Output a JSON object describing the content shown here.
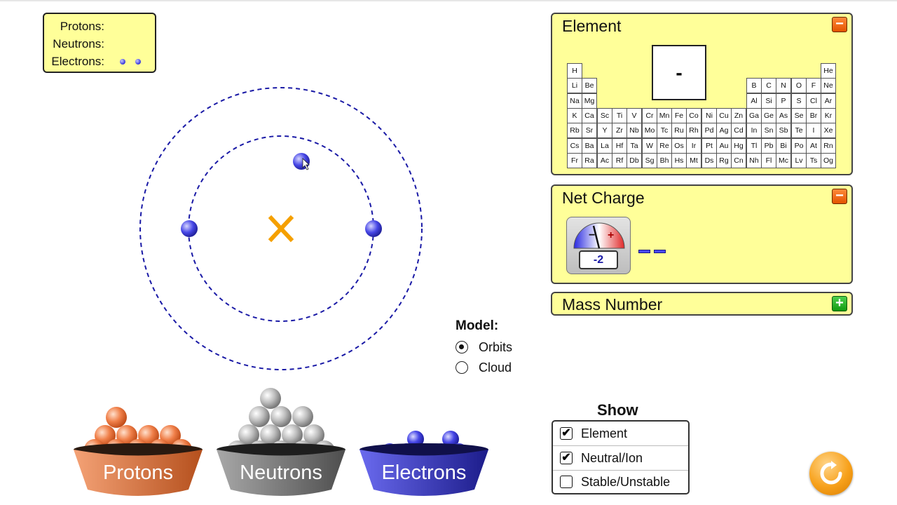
{
  "counts": {
    "protons_label": "Protons:",
    "neutrons_label": "Neutrons:",
    "electrons_label": "Electrons:",
    "electron_dots": 2
  },
  "atom": {
    "nucleus_icon": "x-mark-icon",
    "electrons": 3,
    "orbits": 2
  },
  "element_panel": {
    "title": "Element",
    "symbol": "-",
    "toggle": "−",
    "rows": [
      [
        "H",
        "",
        "",
        "",
        "",
        "",
        "",
        "",
        "",
        "",
        "",
        "",
        "",
        "",
        "",
        "",
        "",
        "He"
      ],
      [
        "Li",
        "Be",
        "",
        "",
        "",
        "",
        "",
        "",
        "",
        "",
        "",
        "",
        "B",
        "C",
        "N",
        "O",
        "F",
        "Ne"
      ],
      [
        "Na",
        "Mg",
        "",
        "",
        "",
        "",
        "",
        "",
        "",
        "",
        "",
        "",
        "Al",
        "Si",
        "P",
        "S",
        "Cl",
        "Ar"
      ],
      [
        "K",
        "Ca",
        "Sc",
        "Ti",
        "V",
        "Cr",
        "Mn",
        "Fe",
        "Co",
        "Ni",
        "Cu",
        "Zn",
        "Ga",
        "Ge",
        "As",
        "Se",
        "Br",
        "Kr"
      ],
      [
        "Rb",
        "Sr",
        "Y",
        "Zr",
        "Nb",
        "Mo",
        "Tc",
        "Ru",
        "Rh",
        "Pd",
        "Ag",
        "Cd",
        "In",
        "Sn",
        "Sb",
        "Te",
        "I",
        "Xe"
      ],
      [
        "Cs",
        "Ba",
        "La",
        "Hf",
        "Ta",
        "W",
        "Re",
        "Os",
        "Ir",
        "Pt",
        "Au",
        "Hg",
        "Tl",
        "Pb",
        "Bi",
        "Po",
        "At",
        "Rn"
      ],
      [
        "Fr",
        "Ra",
        "Ac",
        "Rf",
        "Db",
        "Sg",
        "Bh",
        "Hs",
        "Mt",
        "Ds",
        "Rg",
        "Cn",
        "Nh",
        "Fl",
        "Mc",
        "Lv",
        "Ts",
        "Og"
      ]
    ]
  },
  "net_charge_panel": {
    "title": "Net Charge",
    "toggle": "−",
    "value": "-2",
    "minus_sign": "−",
    "plus_sign": "+",
    "charge_bars": 2
  },
  "mass_number_panel": {
    "title": "Mass Number",
    "toggle": "+"
  },
  "model": {
    "title": "Model:",
    "options": [
      "Orbits",
      "Cloud"
    ],
    "selected": "Orbits"
  },
  "show": {
    "title": "Show",
    "options": [
      {
        "label": "Element",
        "checked": true
      },
      {
        "label": "Neutral/Ion",
        "checked": true
      },
      {
        "label": "Stable/Unstable",
        "checked": false
      }
    ]
  },
  "buckets": {
    "protons": "Protons",
    "neutrons": "Neutrons",
    "electrons": "Electrons"
  },
  "colors": {
    "panel_bg": "#ffff99",
    "proton": "#f0804a",
    "neutron": "#b8b8b8",
    "electron": "#4646e6",
    "nucleus_x": "#f5a000",
    "orbit": "#1a1aa6",
    "reset": "#f7a11b"
  },
  "reset_icon": "reset-arrow-icon"
}
